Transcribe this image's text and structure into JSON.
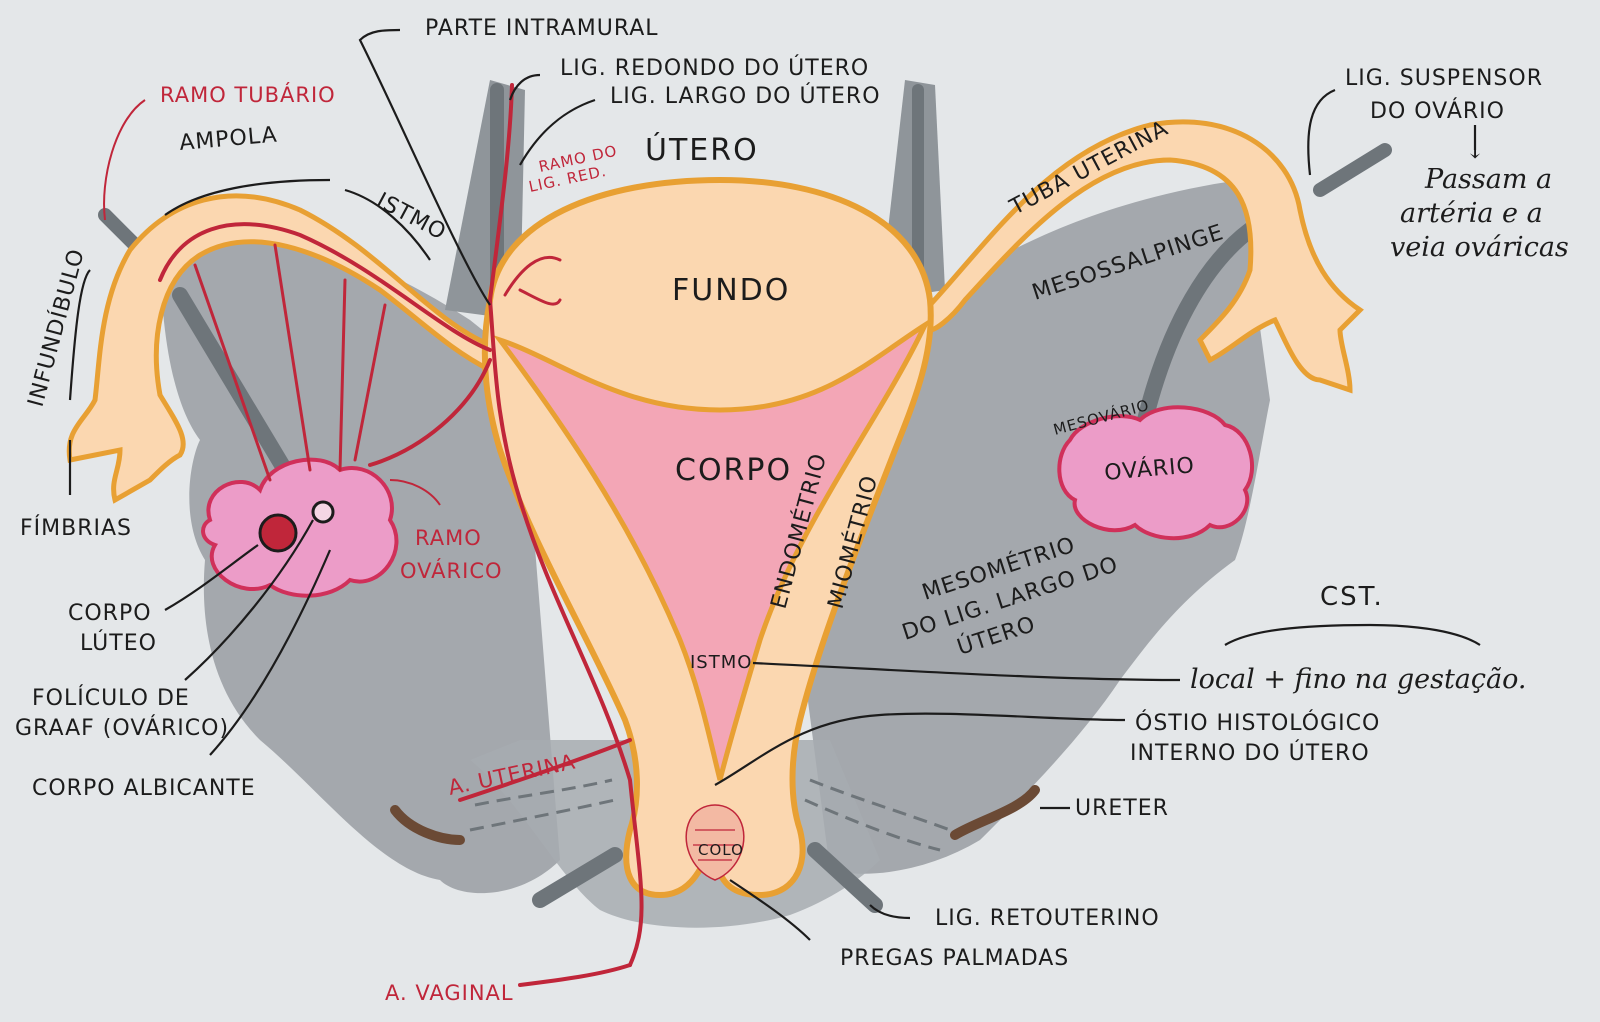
{
  "labels": {
    "parte_intramural": "PARTE INTRAMURAL",
    "lig_redondo": "LIG. REDONDO DO ÚTERO",
    "lig_largo": "LIG. LARGO DO ÚTERO",
    "ramo_tubario": "RAMO TUBÁRIO",
    "ampola": "AMPOLA",
    "istmo_tuba": "ISTMO",
    "infundibulo": "INFUNDÍBULO",
    "fimbrias": "FÍMBRIAS",
    "ramo_lig_red_1": "RAMO DO",
    "ramo_lig_red_2": "LIG. RED.",
    "utero": "ÚTERO",
    "fundo": "FUNDO",
    "corpo": "CORPO",
    "endometrio": "ENDOMÉTRIO",
    "miometrio": "MIOMÉTRIO",
    "istmo_utero": "ISTMO",
    "colo": "COLO",
    "tuba_uterina": "TUBA UTERINA",
    "mesossalpinge": "MESOSSALPINGE",
    "mesovario": "MESOVÁRIO",
    "ovario": "OVÁRIO",
    "lig_suspensor_1": "LIG. SUSPENSOR",
    "lig_suspensor_2": "DO OVÁRIO",
    "note_arrow": "↓",
    "note_1": "Passam a",
    "note_2": "artéria e a",
    "note_3": "veia ováricas",
    "mesometrio_1": "MESOMÉTRIO",
    "mesometrio_2": "DO LIG. LARGO DO",
    "mesometrio_3": "ÚTERO",
    "ramo_ovarico_1": "RAMO",
    "ramo_ovarico_2": "OVÁRICO",
    "corpo_luteo_1": "CORPO",
    "corpo_luteo_2": "LÚTEO",
    "foliculo_1": "FOLÍCULO DE",
    "foliculo_2": "GRAAF (OVÁRICO)",
    "corpo_albicante": "CORPO ALBICANTE",
    "cst": "CST.",
    "istmo_note": "local + fino na gestação.",
    "ostio_1": "ÓSTIO HISTOLÓGICO",
    "ostio_2": "INTERNO DO ÚTERO",
    "a_uterina": "A. UTERINA",
    "ureter": "URETER",
    "lig_retouterino": "LIG. RETOUTERINO",
    "pregas_palmadas": "PREGAS PALMADAS",
    "a_vaginal": "A. VAGINAL"
  },
  "colors": {
    "background": "#e4e7e9",
    "broad_ligament": "#9ea3a7",
    "outline_orange": "#e8a033",
    "fill_peach": "#fbd7b0",
    "endometrium_pink": "#f3a6b6",
    "artery_red": "#c0263a",
    "ovary_fill": "#ec9cc8",
    "ovary_outline": "#d0305a",
    "ureter_brown": "#6b4a35",
    "ligament_gray": "#6e757a",
    "ink": "#1c1c1c"
  }
}
